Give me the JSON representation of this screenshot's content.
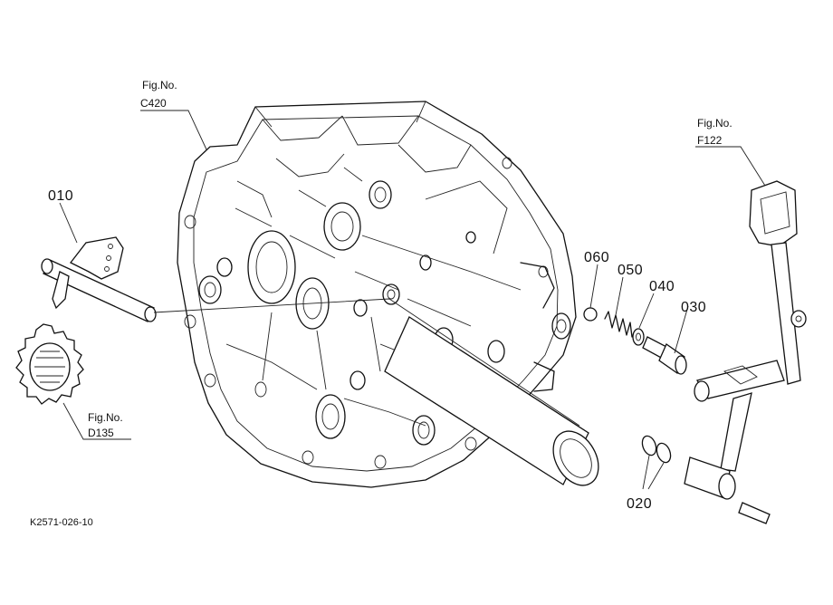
{
  "part_numbers": {
    "p010": "010",
    "p020": "020",
    "p030": "030",
    "p040": "040",
    "p050": "050",
    "p060": "060"
  },
  "figure_refs": {
    "c420": {
      "label": "Fig.No.",
      "number": "C420"
    },
    "f122": {
      "label": "Fig.No.",
      "number": "F122"
    },
    "d135": {
      "label": "Fig.No.",
      "number": "D135"
    }
  },
  "document_code": "K2571-026-10"
}
